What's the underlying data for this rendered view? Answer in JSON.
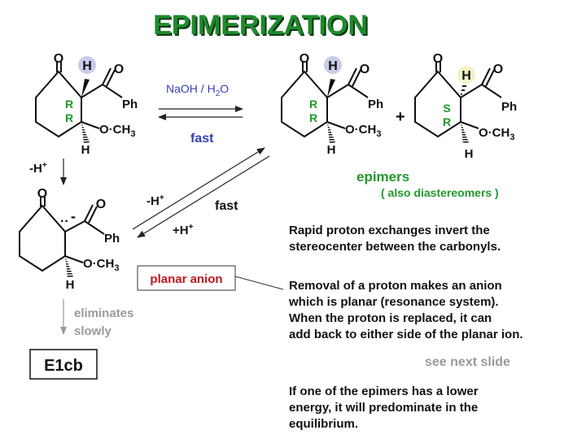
{
  "title": "EPIMERIZATION",
  "colors": {
    "title": "#1f8a2c",
    "stereo": "#1f9a2a",
    "reagent": "#3540b8",
    "anion_label": "#c0171e",
    "muted": "#9a9a9a",
    "text": "#111111",
    "h_circle": "#c9cbe8",
    "h_circle_right": "#f3f1c6"
  },
  "atoms": {
    "O": "O",
    "H": "H",
    "Ph": "Ph",
    "OCH": "O·CH",
    "sub3": "3",
    "R": "R",
    "S": "S",
    "anion_dots": "··",
    "anion_minus": "-"
  },
  "reagent": {
    "main": "NaOH / H",
    "sub": "2",
    "tail": "O"
  },
  "fast_top": "fast",
  "plus": "+",
  "epimers": {
    "label": "epimers",
    "note": "( also  diastereomers )"
  },
  "deprotonation": "-H",
  "left_arrow_label": "-H",
  "fast_mid": "fast",
  "reprotonation": "+H",
  "superscript_plus": "+",
  "planar_anion": "planar anion",
  "eliminates": [
    "eliminates",
    "slowly"
  ],
  "e1cb": "E1cb",
  "para1": [
    "Rapid proton exchanges invert the",
    "stereocenter between the carbonyls."
  ],
  "para2": [
    "Removal of a proton makes an anion",
    "which is planar (resonance system).",
    "When the proton is replaced, it can",
    "add back to either side of the planar ion."
  ],
  "see_next": "see next slide",
  "para3": [
    "If one of the epimers has a lower",
    "energy, it will predominate in the",
    "equilibrium."
  ]
}
